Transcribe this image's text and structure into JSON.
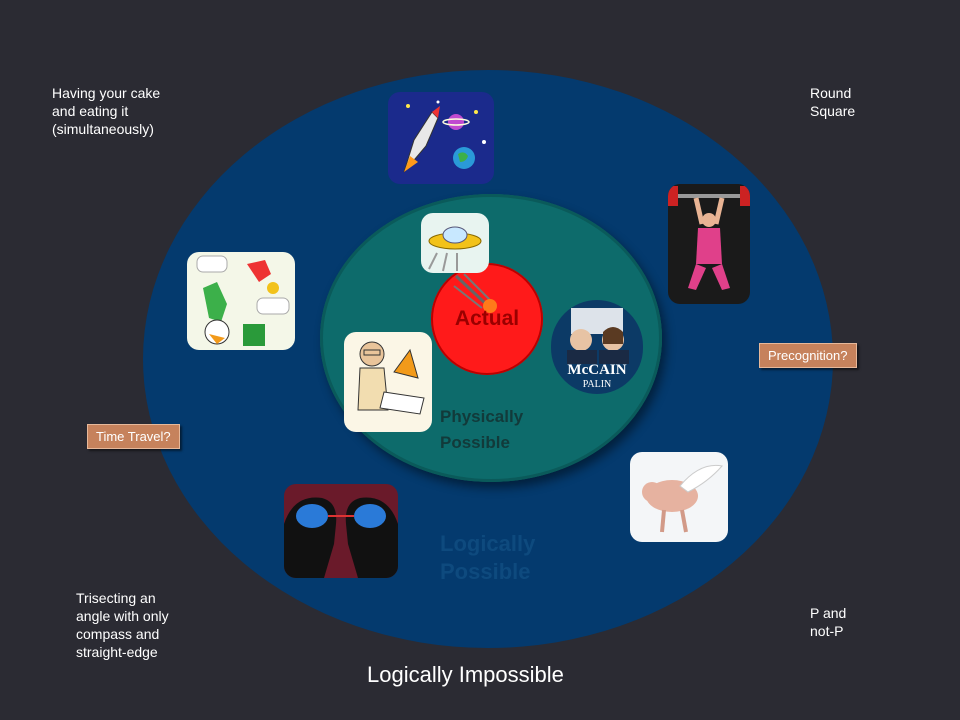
{
  "regions": {
    "outer_label": "Logically Impossible",
    "middle_label_line1": "Logically",
    "middle_label_line2": "Possible",
    "inner_label_line1": "Physically",
    "inner_label_line2": "Possible",
    "core_label": "Actual"
  },
  "corner_texts": {
    "top_left": [
      "Having your cake",
      "and eating it",
      "(simultaneously)"
    ],
    "top_right": [
      "Round",
      "Square"
    ],
    "bottom_left": [
      "Trisecting an",
      "angle with only",
      "compass and",
      "straight-edge"
    ],
    "bottom_right": [
      "P and",
      "not-P"
    ]
  },
  "tags": {
    "time_travel": "Time Travel?",
    "precognition": "Precognition?"
  },
  "sign_text": {
    "line1": "McCAIN",
    "line2": "PALIN"
  },
  "colors": {
    "background": "#2b2b33",
    "logically_possible": "#043a6e",
    "physically_possible": "#0d6b6b",
    "actual": "#ff1a1a",
    "tag": "#c6825c"
  },
  "icons": [
    "rocket-space-image",
    "weightlifter-image",
    "flying-pig-image",
    "brains-image",
    "cartoon-characters-image",
    "flying-saucer-image",
    "scientist-image",
    "mccain-palin-image",
    "meteor-image"
  ]
}
